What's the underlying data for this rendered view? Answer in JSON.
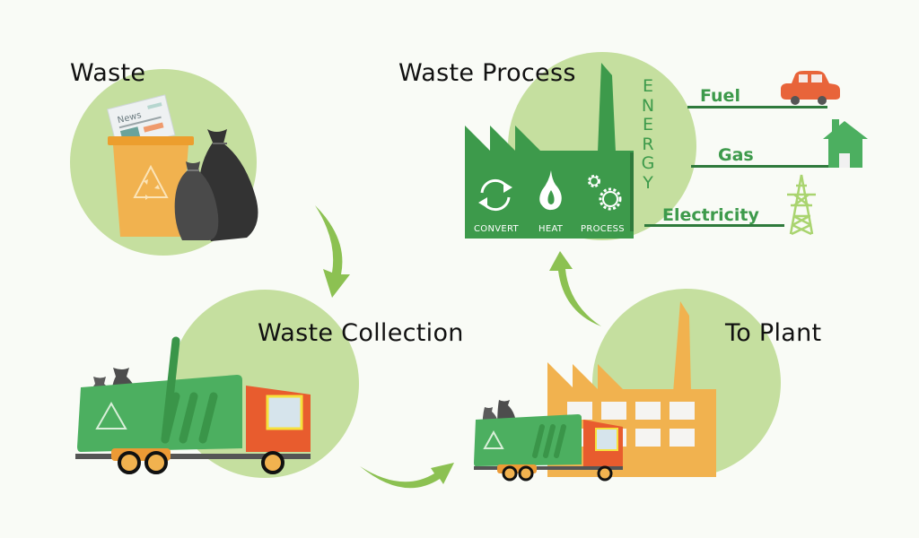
{
  "stages": {
    "waste": {
      "title": "Waste",
      "news_label": "News"
    },
    "collection": {
      "title": "Waste Collection"
    },
    "plant": {
      "title": "To Plant"
    },
    "process": {
      "title": "Waste Process",
      "steps": [
        {
          "label": "CONVERT",
          "icon": "recycle-cycle-icon"
        },
        {
          "label": "HEAT",
          "icon": "flame-icon"
        },
        {
          "label": "PROCESS",
          "icon": "gears-icon"
        }
      ]
    }
  },
  "energy": {
    "letters": [
      "E",
      "N",
      "E",
      "R",
      "G",
      "Y"
    ],
    "outputs": [
      {
        "label": "Fuel",
        "icon": "car-icon"
      },
      {
        "label": "Gas",
        "icon": "house-icon"
      },
      {
        "label": "Electricity",
        "icon": "power-tower-icon"
      }
    ]
  },
  "colors": {
    "circle": "#c5df9f",
    "arrow": "#8cc152",
    "factory_green": "#3d9a4b",
    "factory_orange": "#f1b24f",
    "truck_green": "#4caf60",
    "truck_cab": "#e85c2e",
    "bin": "#f1b24f",
    "bag": "#3c3c3c"
  }
}
